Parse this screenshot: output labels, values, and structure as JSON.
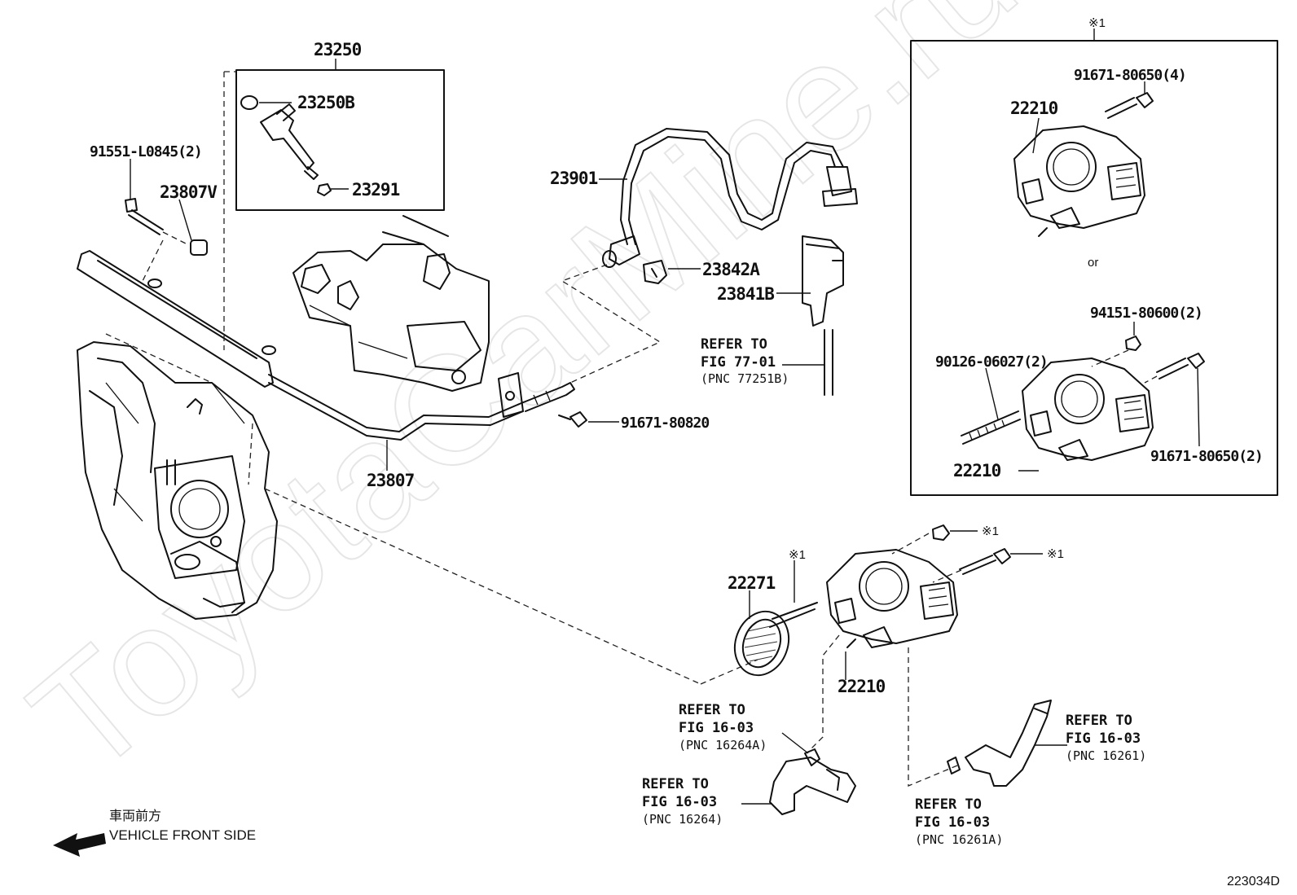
{
  "watermark": "ToyotaCarMine.ru",
  "diagram_code": "223034D",
  "direction": {
    "line1": "車両前方",
    "line2": "VEHICLE FRONT SIDE"
  },
  "labels": {
    "p23250": "23250",
    "p23250B": "23250B",
    "p23291": "23291",
    "p91551": "91551-L0845(2)",
    "p23807V": "23807V",
    "p23901": "23901",
    "p23842A": "23842A",
    "p23841B": "23841B",
    "p91671_80820": "91671-80820",
    "p23807": "23807",
    "p22271": "22271",
    "p22210_main": "22210",
    "box_91671_4": "91671-80650(4)",
    "box_22210_top": "22210",
    "box_or": "or",
    "box_94151": "94151-80600(2)",
    "box_90126": "90126-06027(2)",
    "box_22210_bottom": "22210",
    "box_91671_2": "91671-80650(2)",
    "box_note": "※1",
    "note_nut": "※1",
    "note_bolt": "※1",
    "note_stud": "※1"
  },
  "refs": {
    "fig77": {
      "l1": "REFER TO",
      "l2": "FIG 77-01",
      "l3": "(PNC 77251B)"
    },
    "fig16_a": {
      "l1": "REFER TO",
      "l2": "FIG 16-03",
      "l3": "(PNC 16264A)"
    },
    "fig16_b": {
      "l1": "REFER TO",
      "l2": "FIG 16-03",
      "l3": "(PNC 16264)"
    },
    "fig16_c": {
      "l1": "REFER TO",
      "l2": "FIG 16-03",
      "l3": "(PNC 16261)"
    },
    "fig16_d": {
      "l1": "REFER TO",
      "l2": "FIG 16-03",
      "l3": "(PNC 16261A)"
    }
  }
}
